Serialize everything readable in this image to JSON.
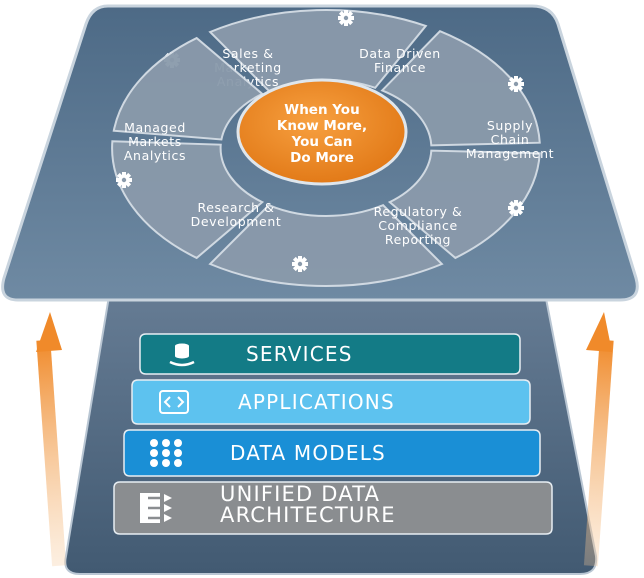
{
  "hub": {
    "center_lines": [
      "When You",
      "Know More,",
      "You Can",
      "Do More"
    ],
    "segments": [
      {
        "lines": [
          "Sales &",
          "Marketing",
          "Analytics"
        ],
        "icon": "gear-icon"
      },
      {
        "lines": [
          "Data Driven",
          "Finance"
        ],
        "icon": "gear-icon"
      },
      {
        "lines": [
          "Supply",
          "Chain",
          "Management"
        ],
        "icon": "gear-icon"
      },
      {
        "lines": [
          "Regulatory &",
          "Compliance",
          "Reporting"
        ],
        "icon": "gear-icon"
      },
      {
        "lines": [
          "Research &",
          "Development"
        ],
        "icon": "gear-icon"
      },
      {
        "lines": [
          "Managed",
          "Markets",
          "Analytics"
        ],
        "icon": "gear-icon"
      }
    ]
  },
  "stack": [
    {
      "lines": [
        "SERVICES"
      ],
      "icon": "database-hand-icon",
      "color": "#137b86"
    },
    {
      "lines": [
        "APPLICATIONS"
      ],
      "icon": "code-window-icon",
      "color": "#5dc2ef"
    },
    {
      "lines": [
        "DATA MODELS"
      ],
      "icon": "dot-grid-icon",
      "color": "#1a8fd6"
    },
    {
      "lines": [
        "UNIFIED DATA",
        "ARCHITECTURE"
      ],
      "icon": "data-flow-icon",
      "color": "#8a8d90"
    }
  ],
  "colors": {
    "platform": "#5b7690",
    "base_platform": "#4a6178",
    "hub_segment": "#8a9aab",
    "center": "#ec8423",
    "arrow": "#f0a050"
  }
}
